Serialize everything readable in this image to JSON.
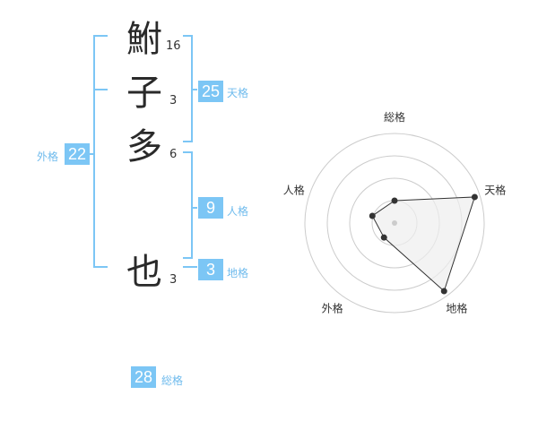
{
  "characters": [
    {
      "char": "鮒",
      "strokes": "16"
    },
    {
      "char": "子",
      "strokes": "3"
    },
    {
      "char": "多",
      "strokes": "6"
    },
    {
      "char": "也",
      "strokes": "3"
    }
  ],
  "kakusu": {
    "tenkaku": {
      "value": "25",
      "label": "天格"
    },
    "jinkaku": {
      "value": "9",
      "label": "人格"
    },
    "chikaku": {
      "value": "3",
      "label": "地格"
    },
    "gaikaku": {
      "value": "22",
      "label": "外格"
    },
    "soukaku": {
      "value": "28",
      "label": "総格"
    }
  },
  "chart_data": {
    "type": "radar",
    "axes": [
      "総格",
      "天格",
      "地格",
      "外格",
      "人格"
    ],
    "values": [
      0.25,
      0.94,
      0.94,
      0.2,
      0.26
    ],
    "range": [
      0,
      1
    ],
    "rings": 4,
    "colors": {
      "fill": "#eeeeee",
      "stroke": "#333333",
      "ring": "#cccccc"
    }
  },
  "colors": {
    "accent": "#7cc6f5",
    "label": "#6fbbed",
    "bracket": "#7cc6f5"
  }
}
